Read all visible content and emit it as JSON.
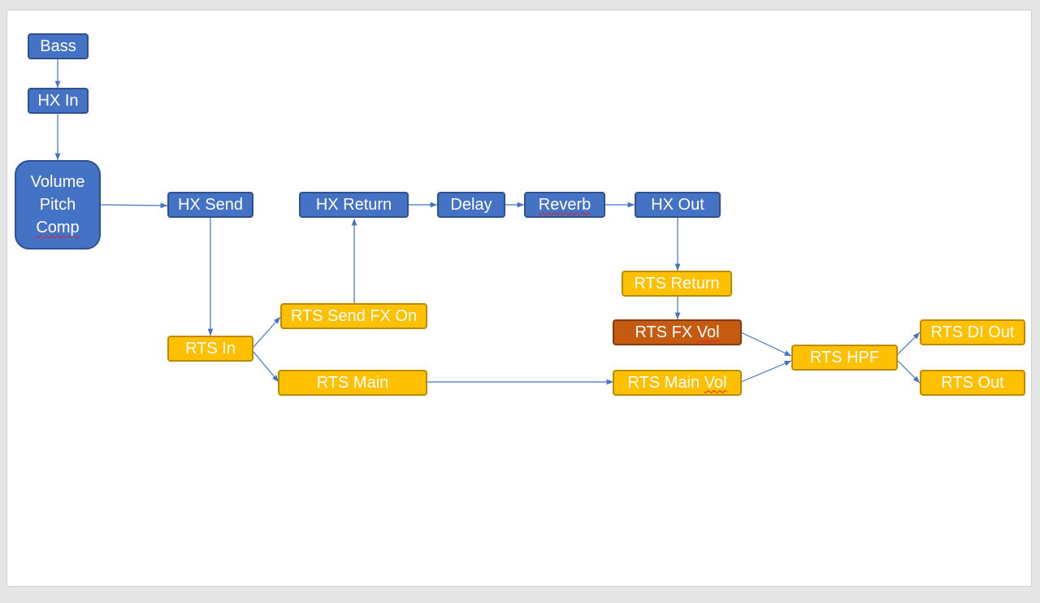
{
  "colors": {
    "hx_block": "#4472c4",
    "rts_block": "#ffc000",
    "rts_fx_vol_block": "#c55a11",
    "connector": "#4472c4"
  },
  "nodes": {
    "bass": "Bass",
    "hx_in": "HX In",
    "volume_pitch_comp": [
      "Volume",
      "Pitch",
      "Comp"
    ],
    "hx_send": "HX Send",
    "hx_return": "HX Return",
    "delay": "Delay",
    "reverb": "Reverb",
    "hx_out": "HX Out",
    "rts_return": "RTS Return",
    "rts_fx_vol": {
      "prefix": "RTS FX ",
      "flagged": "Vol"
    },
    "rts_in": "RTS In",
    "rts_send_fx_on": "RTS Send FX On",
    "rts_main": "RTS Main",
    "rts_main_vol": {
      "prefix": "RTS Main ",
      "flagged": "Vol"
    },
    "rts_hpf": "RTS HPF",
    "rts_di_out": "RTS DI Out",
    "rts_out": "RTS Out"
  }
}
